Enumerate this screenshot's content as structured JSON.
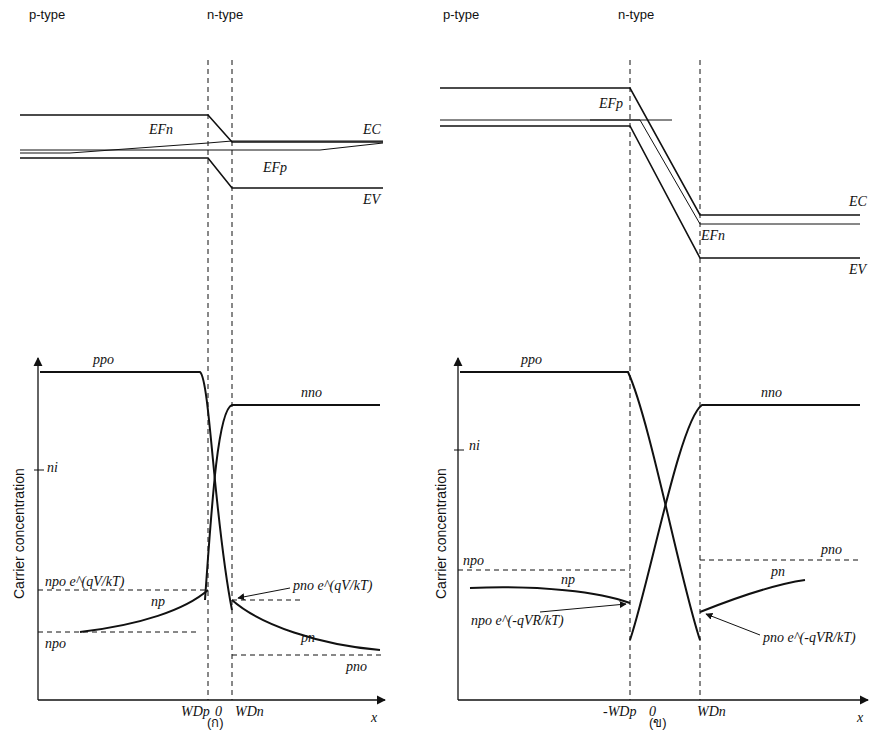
{
  "diagram": {
    "labels": [
      "p-type",
      "n-type",
      "EFn",
      "EC",
      "EFp",
      "EV",
      "Carrier concentration",
      "ppo",
      "nno",
      "ni",
      "pno e^(qV/kT)",
      "npo e^(qV/kT)",
      "np",
      "pn",
      "pno",
      "npo",
      "WDp",
      "0",
      "WDn",
      "x",
      "(ก)",
      "p-type",
      "n-type",
      "EFp",
      "EC",
      "EFn",
      "EV",
      "Carrier concentration",
      "ppo",
      "nno",
      "ni",
      "npo",
      "pno",
      "pn",
      "np",
      "npo e^(-qVR/kT)",
      "pno e^(-qVR/kT)",
      "-WDp",
      "0",
      "WDn",
      "x",
      "(ข)"
    ]
  }
}
